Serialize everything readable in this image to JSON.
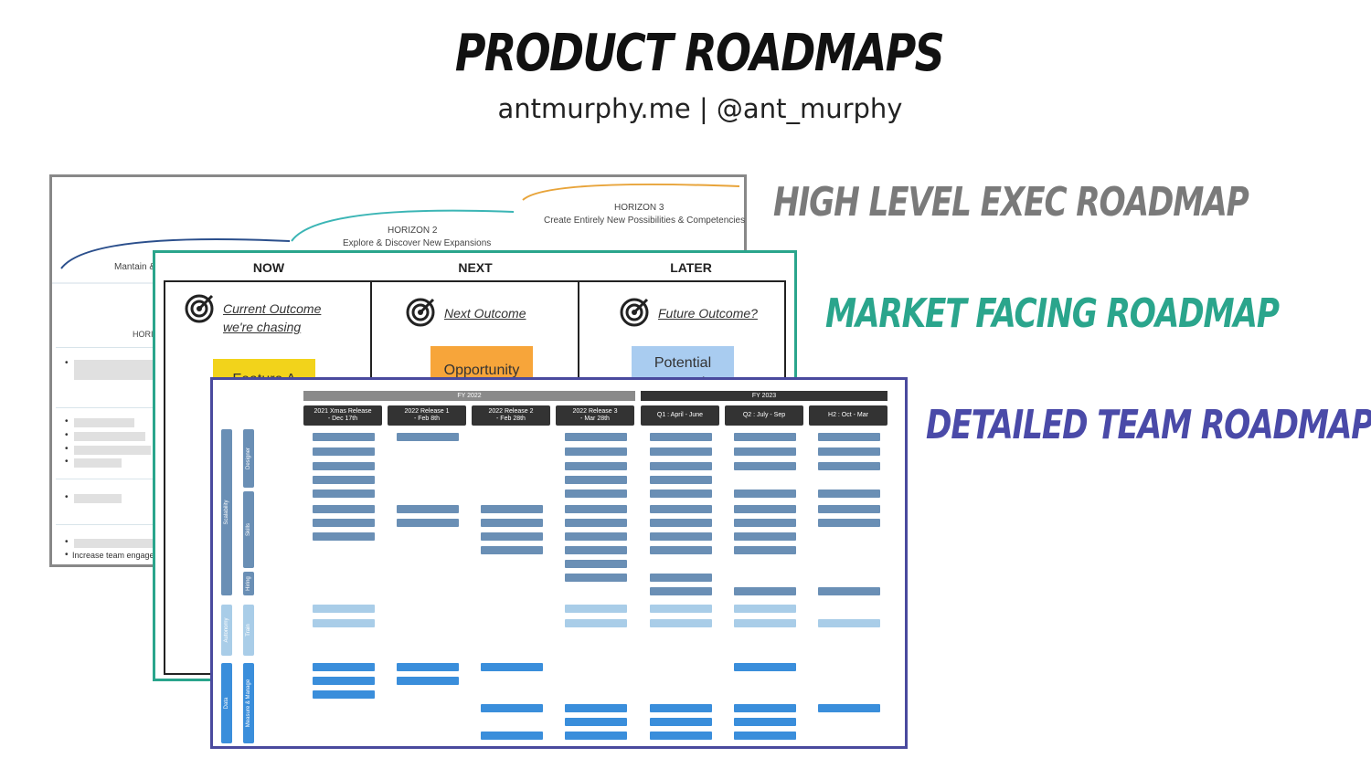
{
  "header": {
    "title": "PRODUCT ROADMAPS",
    "subtitle": "antmurphy.me | @ant_murphy"
  },
  "labels": {
    "exec": {
      "text": "HIGH LEVEL EXEC ROADMAP",
      "color": "#7a7a7a"
    },
    "market": {
      "text": "MARKET FACING ROADMAP",
      "color": "#2aa58c"
    },
    "team": {
      "text": "DETAILED TEAM ROADMAP",
      "color": "#4a4aa8"
    }
  },
  "exec_card": {
    "horizon2_title": "HORIZON 2",
    "horizon2_desc": "Explore & Discover New Expansions",
    "horizon3_title": "HORIZON 3",
    "horizon3_desc": "Create Entirely New Possibilities & Competencies",
    "horizon1_partial": "Mantain &",
    "row_label_partial": "HORIZ",
    "bullet_text": "Increase team engageme"
  },
  "market_card": {
    "columns": [
      "NOW",
      "NEXT",
      "LATER"
    ],
    "outcomes": {
      "now_line1": "Current Outcome",
      "now_line2": "we're chasing",
      "next": "Next Outcome",
      "later": "Future Outcome?"
    },
    "stickies": {
      "now": "Feature A",
      "next": "Opportunity",
      "later": "Potential Opportunity?"
    }
  },
  "team_card": {
    "fy2022": "FY 2022",
    "fy2023": "FY 2023",
    "releases": [
      {
        "line1": "2021 Xmas Release",
        "line2": "- Dec 17th"
      },
      {
        "line1": "2022 Release 1",
        "line2": "- Feb 8th"
      },
      {
        "line1": "2022 Release 2",
        "line2": "- Feb 28th"
      },
      {
        "line1": "2022 Release 3",
        "line2": "- Mar 28th"
      },
      {
        "line1": "Q1 : April - June",
        "line2": ""
      },
      {
        "line1": "Q2 : July - Sep",
        "line2": ""
      },
      {
        "line1": "H2 : Oct - Mar",
        "line2": ""
      }
    ],
    "side_outer": [
      "Scalability",
      "Autonomy",
      "Data"
    ],
    "side_inner": [
      "Designer",
      "Skills",
      "Hiring",
      "Train",
      "Measure & Manage"
    ]
  }
}
